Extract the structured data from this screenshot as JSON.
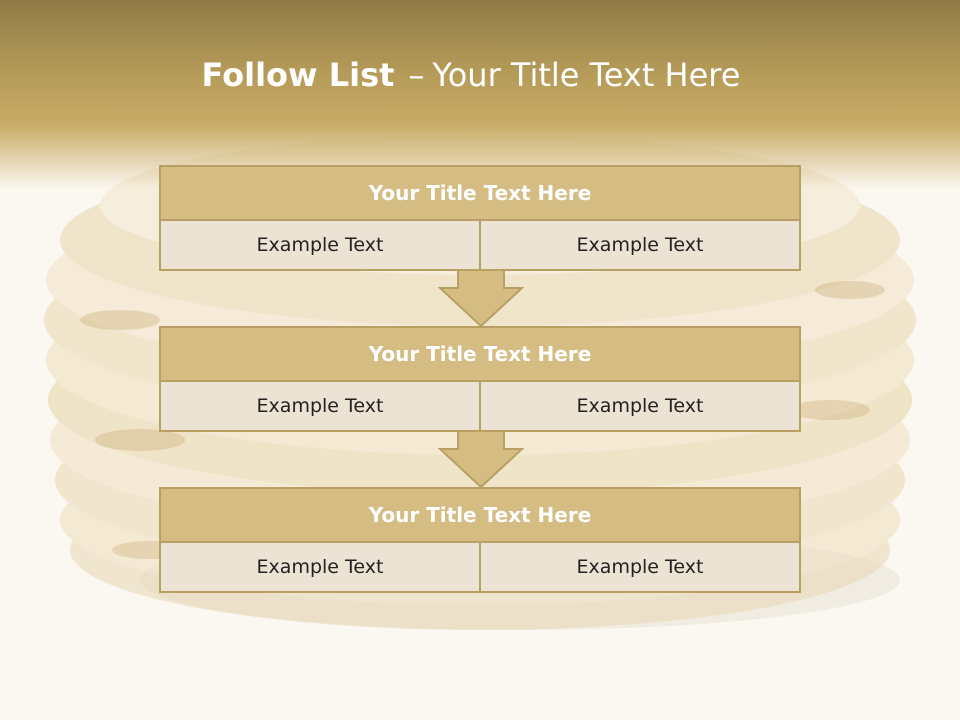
{
  "slide": {
    "title_bold": "Follow List",
    "title_sep": "–",
    "title_rest": "Your Title Text Here"
  },
  "blocks": [
    {
      "title": "Your Title Text Here",
      "left": "Example Text",
      "right": "Example Text"
    },
    {
      "title": "Your Title Text Here",
      "left": "Example Text",
      "right": "Example Text"
    },
    {
      "title": "Your Title Text Here",
      "left": "Example Text",
      "right": "Example Text"
    }
  ],
  "colors": {
    "header_band": "#b49a58",
    "block_title_fill": "#d4bc83",
    "cell_fill": "#ede3d4",
    "border": "#b8a064"
  },
  "icons": {
    "arrow": "down-arrow-icon",
    "background": "pancake-stack-image"
  }
}
